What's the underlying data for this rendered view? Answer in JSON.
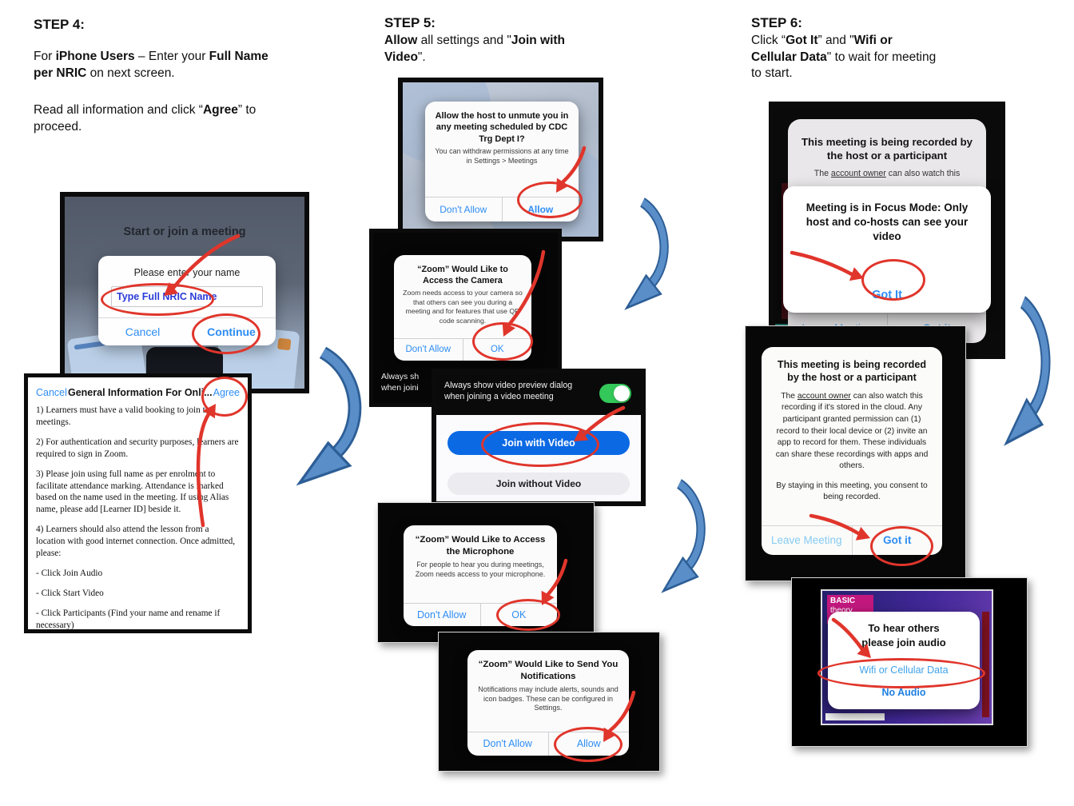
{
  "colors": {
    "ios_blue": "#2e8df4",
    "annotation_red": "#e0352b",
    "flow_arrow_blue": "#4f86c2",
    "join_button_blue": "#0b69e4",
    "toggle_green": "#34c759",
    "name_text_blue": "#2b3bd7",
    "badge_magenta": "#c2187e"
  },
  "step4": {
    "heading": "STEP 4:",
    "para1": {
      "t1": "For ",
      "b1": "iPhone Users",
      "t2": " – Enter your ",
      "b2": "Full Name per NRIC",
      "t3": " on next screen."
    },
    "para2": {
      "t1": "Read all information and click “",
      "b1": "Agree",
      "t2": "” to proceed."
    }
  },
  "step5": {
    "heading": "STEP 5:",
    "para1": {
      "b1": "Allow",
      "t1": " all settings and \"",
      "b2": "Join with Video",
      "t2": "\"."
    }
  },
  "step6": {
    "heading": "STEP 6:",
    "para1": {
      "t1": "Click “",
      "b1": "Got It",
      "t2": "” and \"",
      "b2": "Wifi or Cellular Data",
      "t3": "\" to wait for meeting to start."
    }
  },
  "screens": {
    "name_prompt": {
      "bg_title": "Start or join a meeting",
      "dialog_title": "Please enter your name",
      "input_value": "Type Full NRIC Name",
      "cancel_label": "Cancel",
      "continue_label": "Continue"
    },
    "general_info": {
      "cancel_label": "Cancel",
      "title": "General Information For Onli...",
      "agree_label": "Agree",
      "paragraphs": [
        "1) Learners must have a valid booking to join the meetings.",
        "2) For authentication and security purposes, learners are required to sign in Zoom.",
        "3) Please join using full name as per enrolment to facilitate attendance marking. Attendance is marked based on the name used in the meeting. If using Alias name, please add [Learner ID] beside it.",
        "4) Learners should also attend the lesson from a location with good internet connection. Once admitted, please:",
        "- Click Join Audio",
        "- Click Start Video",
        "- Click Participants (Find your name and rename if necessary)"
      ]
    },
    "unmute": {
      "title": "Allow the host to unmute you in any meeting scheduled by CDC Trg Dept I?",
      "subtitle": "You can withdraw permissions at any time in Settings > Meetings",
      "dont_allow_label": "Don't Allow",
      "allow_label": "Allow"
    },
    "camera": {
      "title": "“Zoom” Would Like to Access the Camera",
      "body": "Zoom needs access to your camera so that others can see you during a meeting and for features that use QR code scanning.",
      "dont_allow_label": "Don't Allow",
      "ok_label": "OK",
      "peek_line1": "Always sh",
      "peek_line2": "when joini"
    },
    "video_preview": {
      "toggle_label": "Always show video preview dialog when joining a video meeting",
      "join_with_label": "Join with Video",
      "join_without_label": "Join without Video"
    },
    "microphone": {
      "title": "“Zoom” Would Like to Access the Microphone",
      "body": "For people to hear you during meetings, Zoom needs access to your microphone.",
      "dont_allow_label": "Don't Allow",
      "ok_label": "OK"
    },
    "notifications": {
      "title": "“Zoom” Would Like to Send You Notifications",
      "body": "Notifications may include alerts, sounds and icon badges. These can be configured in Settings.",
      "dont_allow_label": "Don't Allow",
      "allow_label": "Allow"
    },
    "recorded_focus": {
      "recorded_title": "This meeting is being recorded by the host or a participant",
      "sub_prefix": "The ",
      "sub_link": "account owner",
      "sub_suffix": " can also watch this",
      "focus_title": "Meeting is in Focus Mode: Only host and co-hosts can see your video",
      "got_it_label": "Got It",
      "leave_meeting_label": "Leave Meeting",
      "got_it2_label": "Got it"
    },
    "recorded_consent": {
      "title": "This meeting is being recorded by the host or a participant",
      "body_prefix": "The ",
      "body_link": "account owner",
      "body_suffix": " can also watch this recording if it's stored in the cloud. Any participant granted permission can (1) record to their local device or (2) invite an app to record for them. These individuals can share these recordings with apps and others.",
      "consent": "By staying in this meeting, you consent to being recorded.",
      "leave_meeting_label": "Leave Meeting",
      "got_it_label": "Got it"
    },
    "join_audio": {
      "badge_line1": "BASIC",
      "badge_line2": "theory",
      "title_line1": "To hear others",
      "title_line2": "please join audio",
      "wifi_label": "Wifi or Cellular Data",
      "no_audio_label": "No Audio"
    }
  }
}
